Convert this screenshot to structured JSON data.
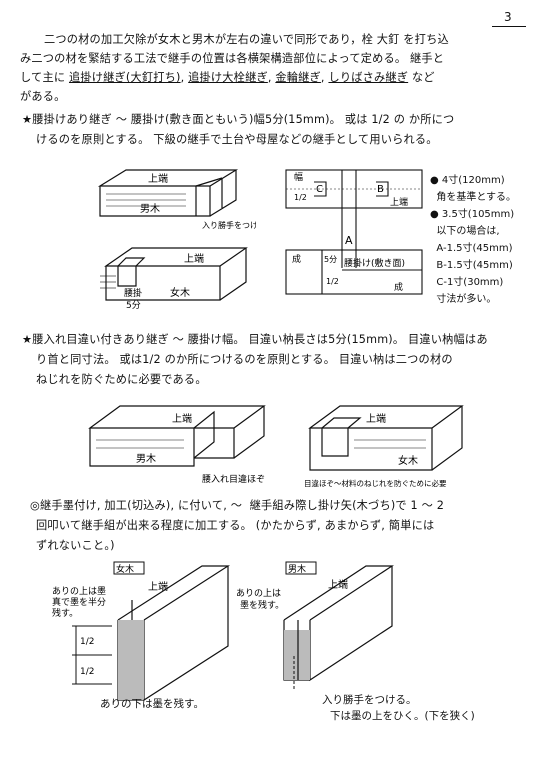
{
  "page_number": "3",
  "intro": {
    "line1": "二つの材の加工欠除が女木と男木が左右の違いで同形であり，栓 大釘 を打ち込",
    "line2": "み二つの材を緊結する工法で継手の位置は各横架構造部位によって定める。 継手と",
    "line3_prefix": "して主に ",
    "items": [
      "追掛け継ぎ(大釘打ち)",
      "追掛け大栓継ぎ",
      "金輪継ぎ",
      "しりばさみ継ぎ"
    ],
    "line3_suffix": " など",
    "line4": "がある。"
  },
  "section1": {
    "line1": "★腰掛けあり継ぎ ～ 腰掛け(敷き面ともいう)幅5分(15mm)。 或は 1/2 の か所につ",
    "line2": "けるのを原則とする。 下級の継手で土台や母屋などの継手として用いられる。"
  },
  "fig1": {
    "top_left": {
      "label_top": "上端",
      "label_male": "男木",
      "label_enter": "入り勝手をつける"
    },
    "bottom_left": {
      "label_top": "上端",
      "label_koshi": "腰掛",
      "label_5bu": "5分",
      "label_female": "女木"
    },
    "plan": {
      "label_top": "上端",
      "label_a": "A",
      "label_b": "B",
      "label_c": "C",
      "label_half1": "1/2",
      "label_half2": "1/2",
      "label_koshikake": "腰掛け(敷き面)",
      "label_5bu": "5分",
      "label_side": "成",
      "label_bottom": "成",
      "label_width": "幅"
    },
    "notes": {
      "n1a": "● 4寸(120mm)",
      "n1b": "  角を基準とする。",
      "n2a": "● 3.5寸(105mm)",
      "n2b": "  以下の場合は,",
      "n3": "  A-1.5寸(45mm)",
      "n4": "  B-1.5寸(45mm)",
      "n5": "  C-1寸(30mm)",
      "n6": "  寸法が多い。"
    }
  },
  "section2": {
    "line1": "★腰入れ目違い付きあり継ぎ ～ 腰掛け幅。 目違い枘長さは5分(15mm)。 目違い枘幅はあ",
    "line2": "り首と同寸法。 或は1/2 のか所につけるのを原則とする。 目違い枘は二つの材の",
    "line3": "ねじれを防ぐために必要である。"
  },
  "fig2": {
    "left": {
      "label_top": "上端",
      "label_male": "男木",
      "label_koshi": "腰入れ目違ほぞ"
    },
    "right": {
      "label_top": "上端",
      "label_female": "女木",
      "label_note": "目違ほぞ～材料のねじれを防ぐために必要"
    }
  },
  "section3": {
    "line1": "◎継手墨付け, 加工(切込み), に付いて, ～  継手組み際し掛け矢(木づち)で 1 ～ 2",
    "line2": "回叩いて継手組が出来る程度に加工する。 (かたからず, あまからず, 簡単には",
    "line3": "ずれないこと。)"
  },
  "fig3": {
    "left": {
      "tag": "女木",
      "label_top": "上端",
      "note1": "ありの上は墨",
      "note2": "真で墨を半分",
      "note3": "残す。",
      "half1": "1/2",
      "half2": "1/2",
      "bottom_note": "ありの下は墨を残す。"
    },
    "right": {
      "tag": "男木",
      "label_top": "上端",
      "note1": "ありの上は",
      "note2": "墨を残す。",
      "bottom_note1": "入り勝手をつける。",
      "bottom_note2": "下は墨の上をひく。(下を狭く)"
    }
  }
}
